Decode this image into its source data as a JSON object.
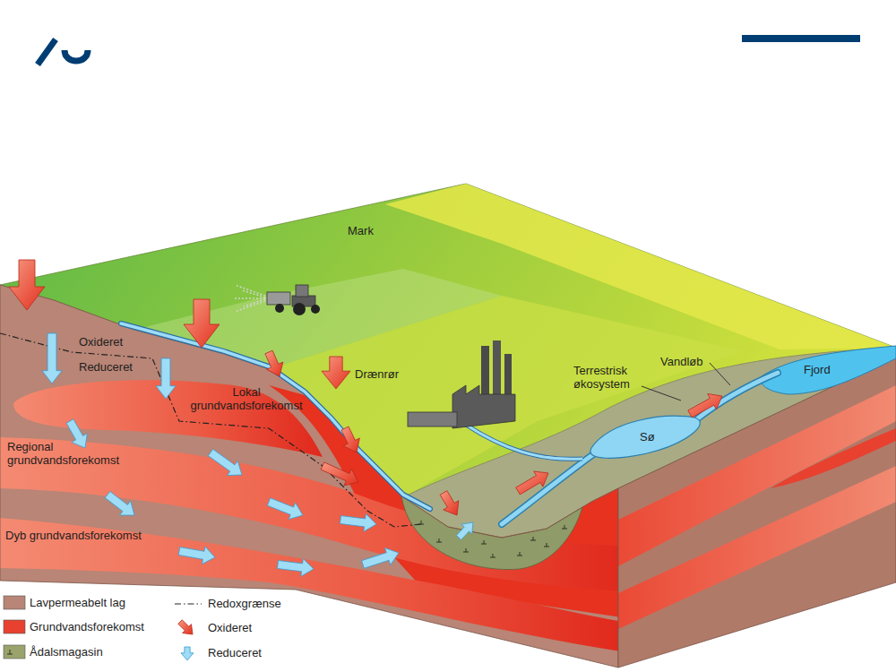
{
  "diagram": {
    "labels": [
      "Mark",
      "Oxideret",
      "Reduceret",
      "Lokal grundvandsforekomst",
      "Drænrør",
      "Terrestrisk økosystem",
      "Vandløb",
      "Fjord",
      "Sø",
      "Regional grundvandsforekomst",
      "Dyb grundvandsforekomst"
    ],
    "legend": [
      {
        "text": "Lavpermeabelt lag",
        "color": "#b88576"
      },
      {
        "text": "Grundvandsforekomst",
        "color": "#e8412f"
      },
      {
        "text": "Ådalsmagasin",
        "color": "#9aa36c"
      },
      {
        "text": "Redoxgrænse"
      },
      {
        "text": "Oxideret"
      },
      {
        "text": "Reduceret"
      }
    ]
  }
}
